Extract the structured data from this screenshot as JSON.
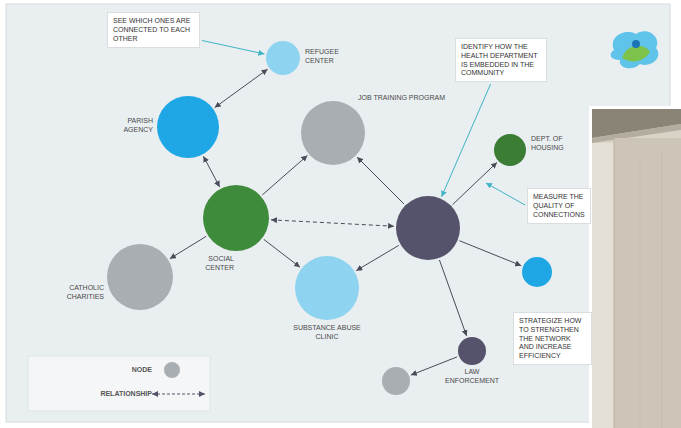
{
  "diagram": {
    "nodes": [
      {
        "text": [
          "SEE WHICH ONES ARE CONNECTED TO EACH OTHER"
        ]
      },
      {
        "text": [
          "REFUGEE CENTER"
        ]
      },
      {
        "text": [
          "IDENTIFY HOW THE HEALTH DEPARTMENT IS EMBEDDED IN THE COMMUNITY"
        ]
      },
      {
        "text": [
          "PARISH AGENCY"
        ]
      },
      {
        "text": [
          "JOB TRAINING PROGRAM"
        ]
      },
      {
        "text": [
          "DEPT. OF HOUSING"
        ]
      },
      {
        "text": [
          "MEASURE THE QUALITY OF CONNECTIONS"
        ]
      },
      {
        "text": [
          "SOCIAL CENTER"
        ]
      },
      {
        "text": []
      },
      {
        "text": []
      },
      {
        "text": [
          "CATHOLIC CHARITIES"
        ]
      },
      {
        "text": [
          "SUBSTANCE ABUSE CLINIC"
        ]
      },
      {
        "text": [
          "STRATEGIZE HOW TO STRENGTHEN THE NETWORK AND INCREASE EFFICIENCY"
        ]
      },
      {
        "text": [
          "LAW ENFORCEMENT"
        ]
      },
      {
        "text": []
      }
    ],
    "edges": [
      {
        "from": 0,
        "to": 1,
        "arrow": "to"
      },
      {
        "from": 2,
        "to": 8,
        "arrow": "to"
      },
      {
        "from": 3,
        "to": 1,
        "arrow": "both"
      },
      {
        "from": 3,
        "to": 7,
        "arrow": "both"
      },
      {
        "from": 7,
        "to": 10,
        "arrow": "to"
      },
      {
        "from": 7,
        "to": 4,
        "arrow": "to"
      },
      {
        "from": 7,
        "to": 11,
        "arrow": "to"
      },
      {
        "from": 7,
        "to": 8,
        "arrow": "both"
      },
      {
        "from": 8,
        "to": 4,
        "arrow": "to"
      },
      {
        "from": 8,
        "to": 11,
        "arrow": "to"
      },
      {
        "from": 8,
        "to": 5,
        "arrow": "to"
      },
      {
        "from": 8,
        "to": 9,
        "arrow": "to"
      },
      {
        "from": 8,
        "to": 13,
        "arrow": "to"
      },
      {
        "from": 13,
        "to": 14,
        "arrow": "to"
      }
    ],
    "legend": [
      {
        "text": "NODE"
      },
      {
        "text": "RELATIONSHIP"
      }
    ]
  }
}
